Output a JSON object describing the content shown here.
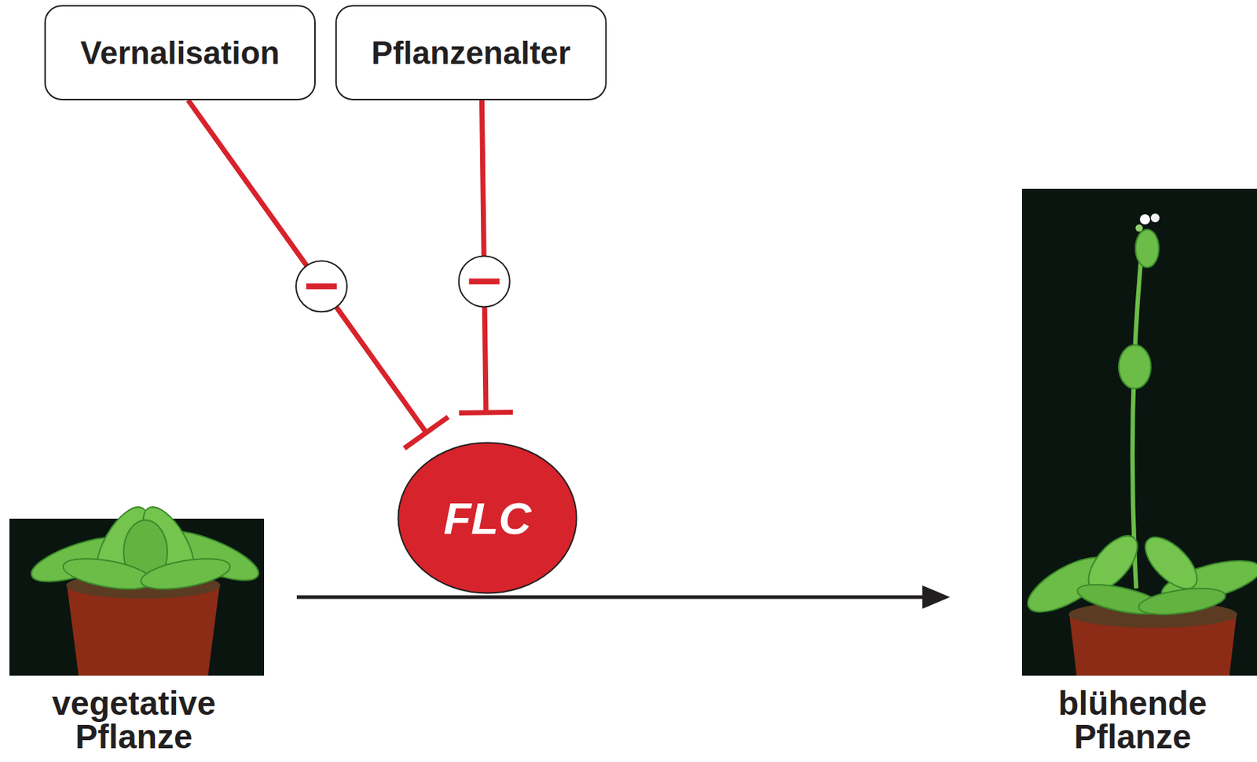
{
  "diagram": {
    "nodes": [
      {
        "text": [
          "Vernalisation"
        ]
      },
      {
        "text": [
          "Pflanzenalter"
        ]
      },
      {
        "text": [
          "FLC"
        ]
      }
    ],
    "edges": [
      {
        "from": 0,
        "to": 2,
        "arrow": "to"
      },
      {
        "from": 1,
        "to": 2,
        "arrow": "to"
      }
    ],
    "labels": [
      "vegetative Pflanze",
      "blühende Pflanze"
    ]
  }
}
